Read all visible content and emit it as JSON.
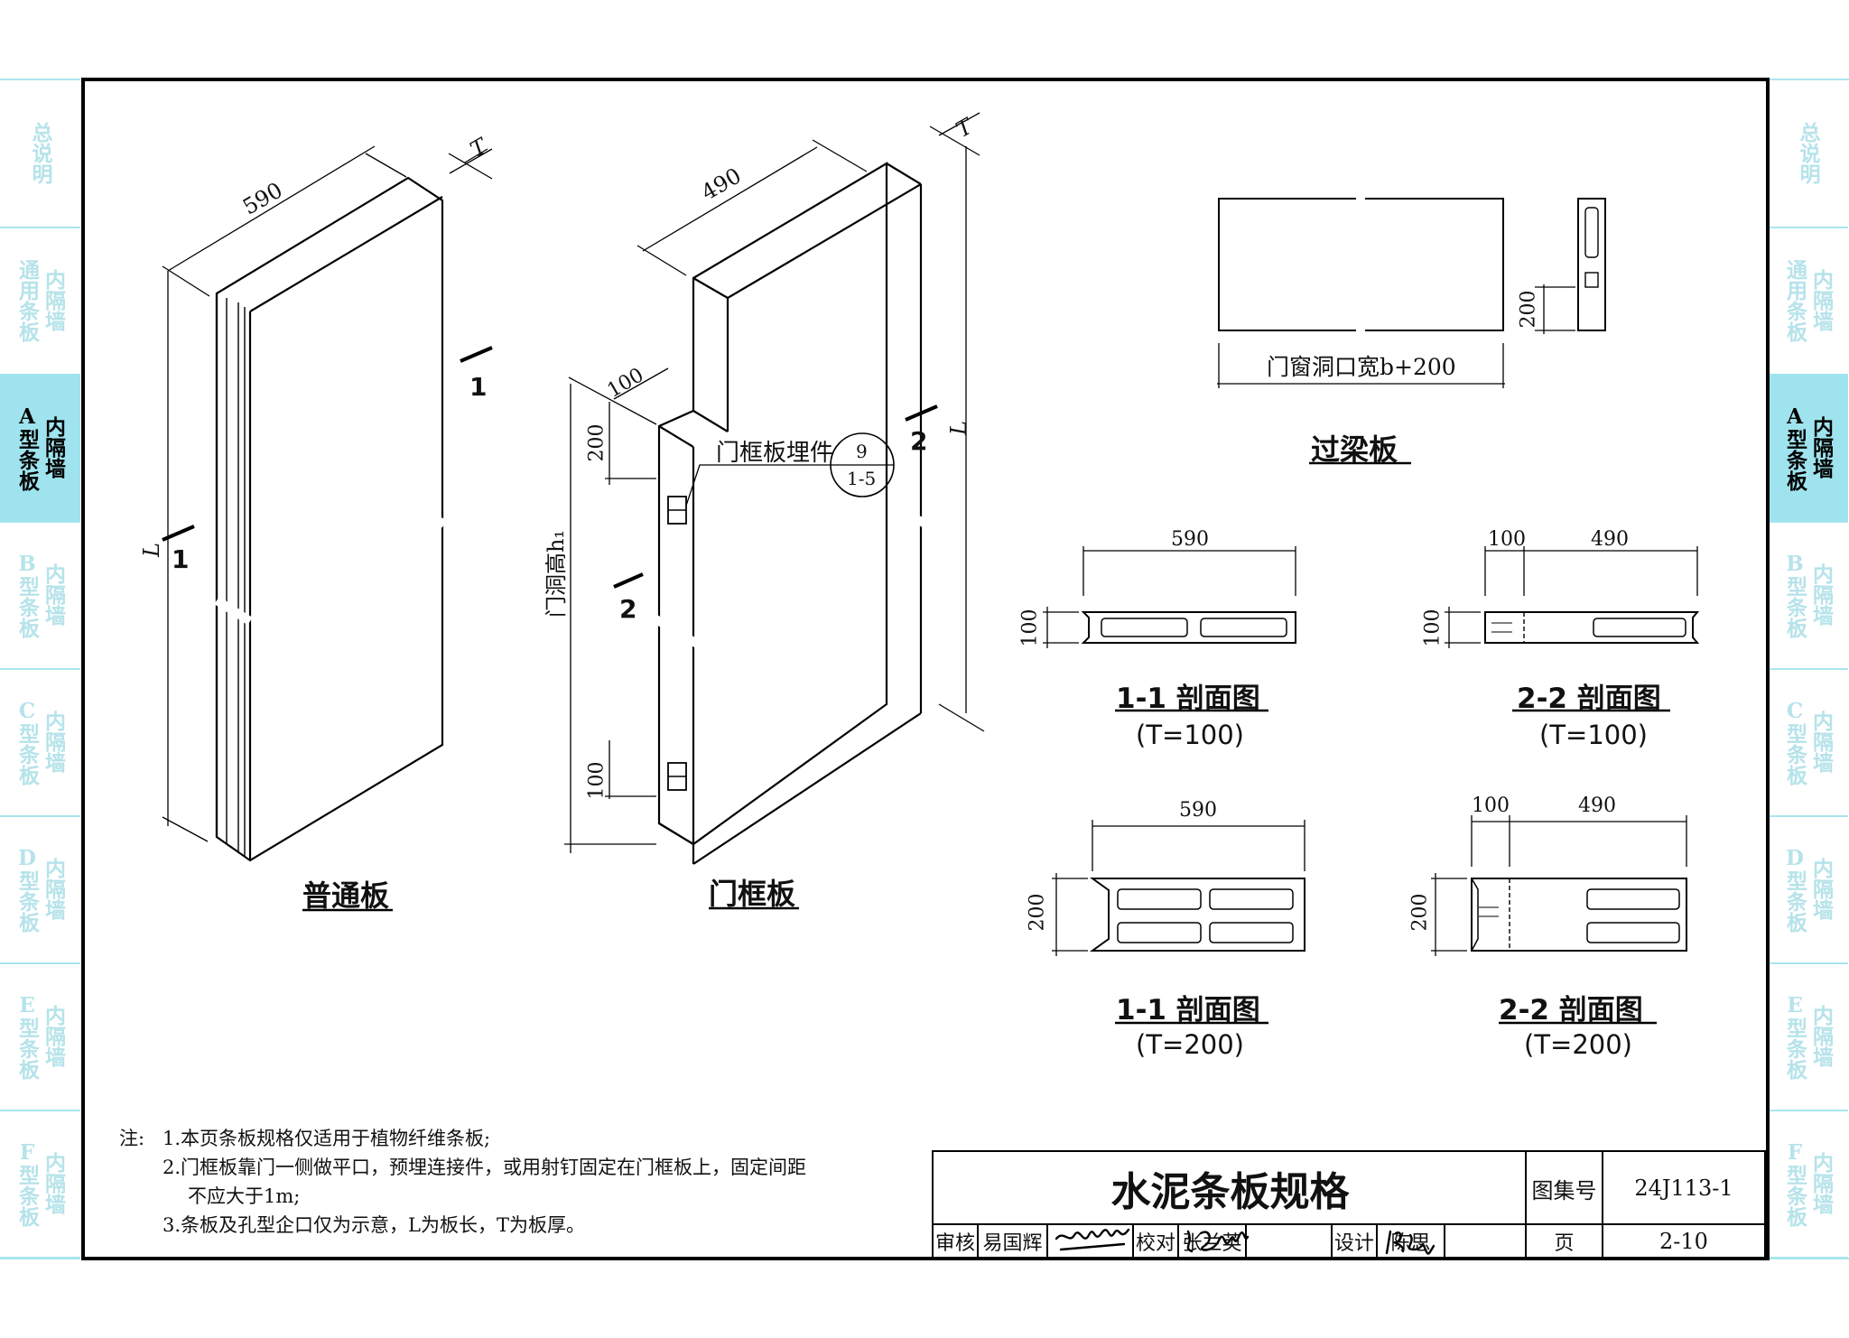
{
  "side_tabs": [
    {
      "right": "",
      "left": "总说明",
      "active": false
    },
    {
      "right": "内隔墙",
      "left": "通用条板",
      "active": false
    },
    {
      "right": "内隔墙",
      "left": "A型条板",
      "active": true
    },
    {
      "right": "内隔墙",
      "left": "B型条板",
      "active": false
    },
    {
      "right": "内隔墙",
      "left": "C型条板",
      "active": false
    },
    {
      "right": "内隔墙",
      "left": "D型条板",
      "active": false
    },
    {
      "right": "内隔墙",
      "left": "E型条板",
      "active": false
    },
    {
      "right": "内隔墙",
      "left": "F型条板",
      "active": false
    }
  ],
  "panels": {
    "ordinary": {
      "width_dim": "590",
      "thick_dim": "T",
      "length_dim": "L",
      "section_mark": "1",
      "title": "普通板"
    },
    "door_frame": {
      "width_dim": "490",
      "thick_dim": "T",
      "length_dim": "L",
      "top_dim": "100",
      "embed_dim_top": "200",
      "embed_dim_bottom": "100",
      "opening_height": "门洞高h₁",
      "embed_label": "门框板埋件",
      "callout_num": "9",
      "callout_ref": "1-5",
      "section_mark": "2",
      "title": "门框板"
    },
    "lintel": {
      "height_dim": "200",
      "width_dim": "门窗洞口宽b+200",
      "title": "过梁板"
    }
  },
  "sections": [
    {
      "name": "1-1 剖面图",
      "sub": "(T=100)",
      "width": "590",
      "height": "100"
    },
    {
      "name": "2-2 剖面图",
      "sub": "(T=100)",
      "width_a": "100",
      "width_b": "490",
      "height": "100"
    },
    {
      "name": "1-1 剖面图",
      "sub": "(T=200)",
      "width": "590",
      "height": "200"
    },
    {
      "name": "2-2 剖面图",
      "sub": "(T=200)",
      "width_a": "100",
      "width_b": "490",
      "height": "200"
    }
  ],
  "notes": {
    "prefix": "注:",
    "lines": [
      "1.本页条板规格仅适用于植物纤维条板;",
      "2.门框板靠门一侧做平口，预埋连接件，或用射钉固定在门框板上，固定间距",
      "不应大于1m;",
      "3.条板及孔型企口仅为示意，L为板长，T为板厚。"
    ]
  },
  "title_block": {
    "title": "水泥条板规格",
    "atlas_label": "图集号",
    "atlas_no": "24J113-1",
    "review_label": "审核",
    "reviewer": "易国辉",
    "check_label": "校对",
    "checker": "张兰英",
    "design_label": "设计",
    "designer": "陈思",
    "page_label": "页",
    "page_no": "2-10"
  }
}
